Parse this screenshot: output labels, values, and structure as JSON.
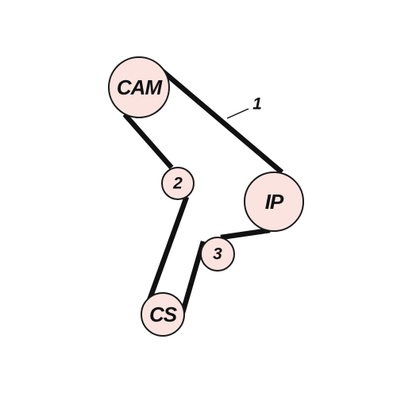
{
  "diagram": {
    "colors": {
      "pulley_fill": "#fbe4e0",
      "belt": "#111111"
    },
    "pulleys": {
      "cam": "CAM",
      "ip": "IP",
      "cs": "CS",
      "idler2": "2",
      "idler3": "3"
    },
    "belt_label": "1"
  }
}
